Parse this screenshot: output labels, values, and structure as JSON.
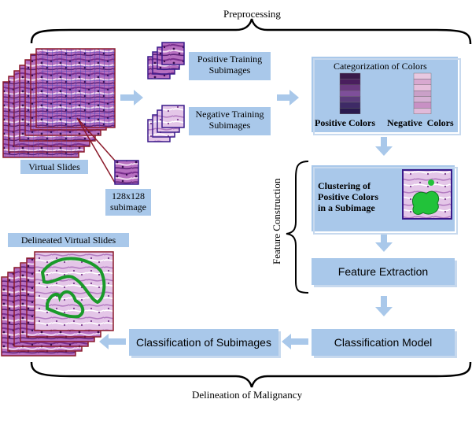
{
  "title_top": "Preprocessing",
  "title_bottom": "Delineation  of Malignancy",
  "side_label": "Feature Construction",
  "virtual_slides": "Virtual Slides",
  "subimage_size": "128x128",
  "subimage_word": "subimage",
  "positive_training": [
    "Positive Training",
    "Subimages"
  ],
  "negative_training": [
    "Negative Training",
    "Subimages"
  ],
  "categorization_title": "Categorization of Colors",
  "positive_colors_label": "Positive Colors",
  "negative_colors_label": "Negative  Colors",
  "clustering_label": [
    "Clustering of",
    "Positive Colors",
    "in a Subimage"
  ],
  "feature_extraction": "Feature Extraction",
  "classification_model": "Classification Model",
  "classification_subimages": "Classification of Subimages",
  "delineated_slides": "Delineated Virtual Slides",
  "colors": {
    "box_fill": "#a9c8ea",
    "arrow_fill": "#a9c8ea",
    "slide_border": "#8b1a2a",
    "tissue": "#8a3f9a",
    "grid": "#3a3ab8",
    "delineation": "#1a9a2a",
    "positive_swatches": [
      "#3a1a4a",
      "#4a1e5e",
      "#6a3a80",
      "#7e4f9a",
      "#5a3a7a",
      "#3e2a66",
      "#2a1a50"
    ],
    "negative_swatches": [
      "#e8c8e0",
      "#d8a8d0",
      "#e6bedc",
      "#caa0c8",
      "#d6b0d4",
      "#c890c4",
      "#e0bada"
    ]
  }
}
